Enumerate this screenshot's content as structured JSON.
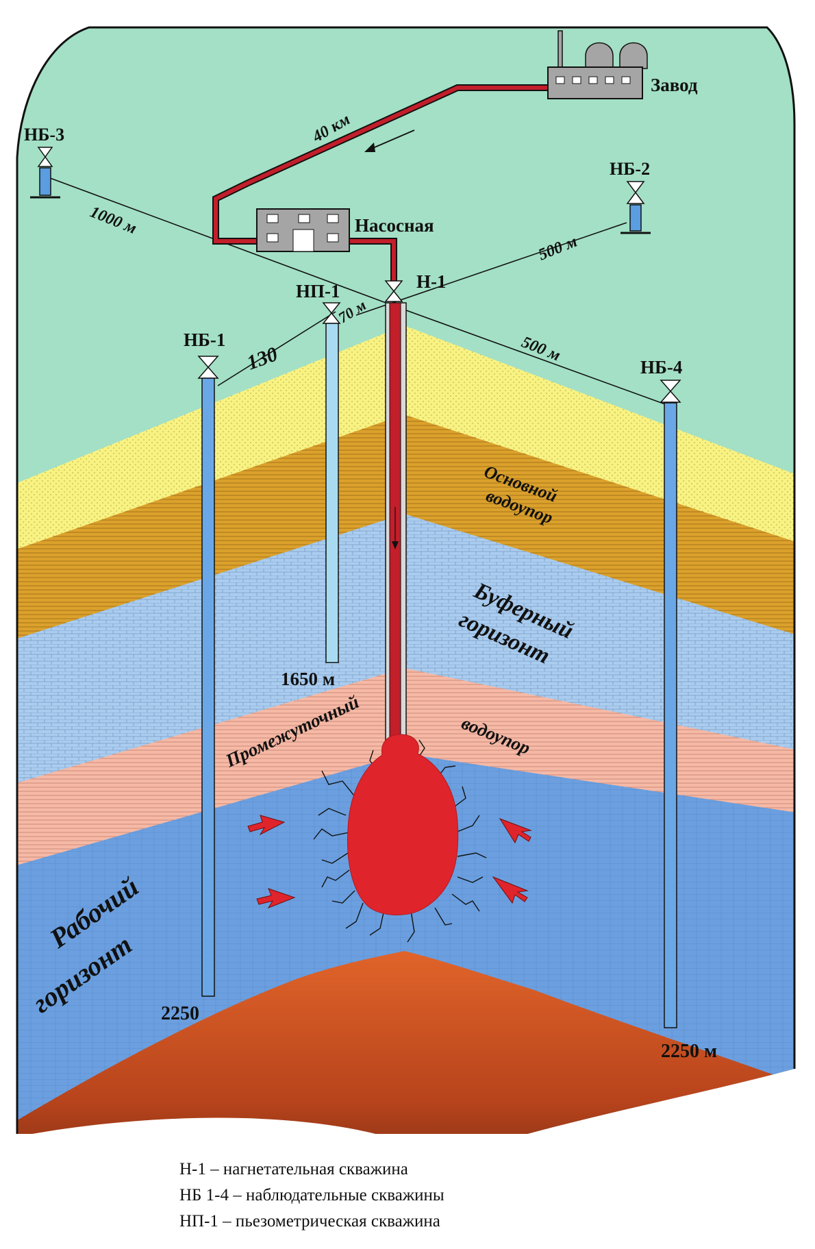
{
  "buildings": {
    "plant": "Завод",
    "pump": "Насосная"
  },
  "wells": {
    "injection": "Н-1",
    "piezometric": "НП-1",
    "obs1": "НБ-1",
    "obs2": "НБ-2",
    "obs3": "НБ-3",
    "obs4": "НБ-4"
  },
  "distances": {
    "pipeline": "40 км",
    "to_obs3": "1000 м",
    "to_obs2": "500 м",
    "to_obs4": "500 м",
    "to_obs1": "130",
    "to_piezo": "70 м"
  },
  "depths": {
    "piezo": "1650 м",
    "obs1": "2250",
    "obs4": "2250 м"
  },
  "layers": {
    "main_aquitard_1": "Основной",
    "main_aquitard_2": "водоупор",
    "buffer_1": "Буферный",
    "buffer_2": "горизонт",
    "intermediate_1": "Промежуточный",
    "intermediate_2": "водоупор",
    "working_1": "Рабочий",
    "working_2": "горизонт"
  },
  "legend": [
    "Н-1 – нагнетательная скважина",
    "НБ 1-4 – наблюдательные скважины",
    "НП-1 – пьезометрическая скважина"
  ],
  "colors": {
    "surface": "#a3e0c6",
    "sand": "#f8f283",
    "aquitard": "#dba12b",
    "buffer": "#a9ccef",
    "intermediate": "#f5b9a6",
    "working": "#6b9fdf",
    "basement": "#b8441c",
    "waste": "#e0242c",
    "pipe": "#c21f2b"
  }
}
